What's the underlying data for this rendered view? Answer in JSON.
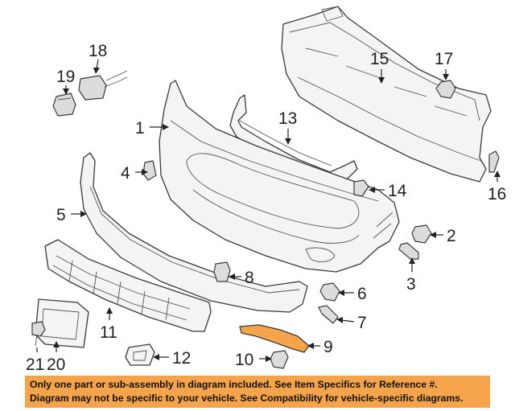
{
  "callouts": [
    {
      "id": "1",
      "label": "1"
    },
    {
      "id": "2",
      "label": "2"
    },
    {
      "id": "3",
      "label": "3"
    },
    {
      "id": "4",
      "label": "4"
    },
    {
      "id": "5",
      "label": "5"
    },
    {
      "id": "6",
      "label": "6"
    },
    {
      "id": "7",
      "label": "7"
    },
    {
      "id": "8",
      "label": "8"
    },
    {
      "id": "9",
      "label": "9"
    },
    {
      "id": "10",
      "label": "10"
    },
    {
      "id": "11",
      "label": "11"
    },
    {
      "id": "12",
      "label": "12"
    },
    {
      "id": "13",
      "label": "13"
    },
    {
      "id": "14",
      "label": "14"
    },
    {
      "id": "15",
      "label": "15"
    },
    {
      "id": "16",
      "label": "16"
    },
    {
      "id": "17",
      "label": "17"
    },
    {
      "id": "18",
      "label": "18"
    },
    {
      "id": "19",
      "label": "19"
    },
    {
      "id": "20",
      "label": "20"
    },
    {
      "id": "21",
      "label": "21"
    }
  ],
  "highlighted_part": "9",
  "colors": {
    "highlight": "#f5a44c",
    "line": "#222222",
    "part_fill": "#f4f4f4"
  },
  "notice": {
    "line1": "Only one part or sub-assembly in diagram included. See Item Specifics for Reference #.",
    "line2": "Diagram may not be specific to your vehicle. See Compatibility for vehicle-specific diagrams."
  }
}
